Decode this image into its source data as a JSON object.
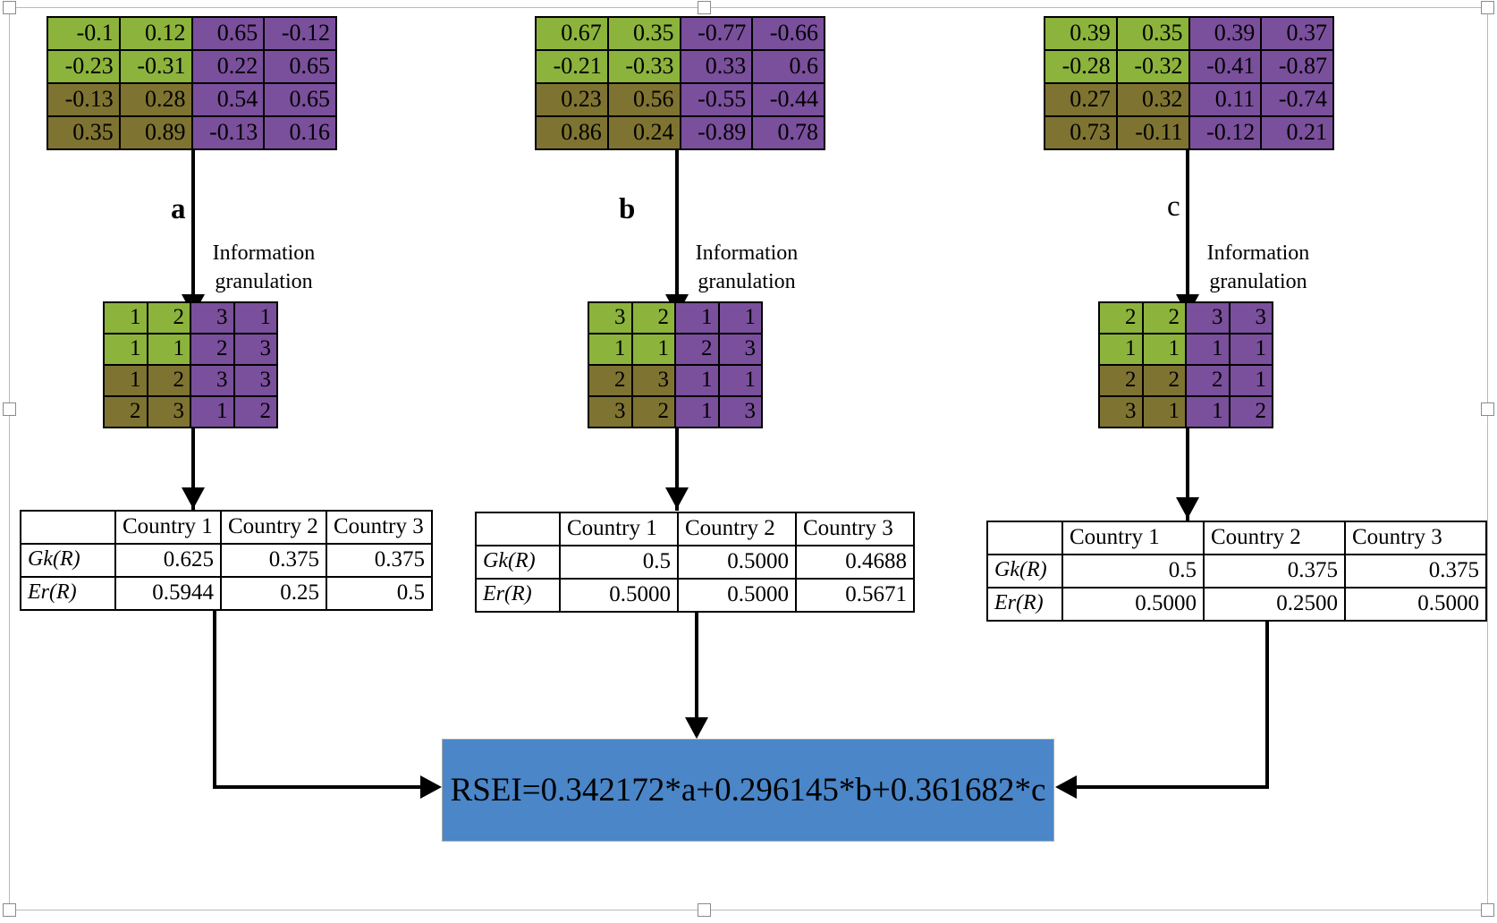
{
  "diagram": {
    "title": "RSEI information granulation workflow",
    "colors": {
      "green": "#8CB33C",
      "olive": "#7E7331",
      "purple": "#7A4F9C",
      "rsei_box": "#4A86C8",
      "arrow": "#000000"
    },
    "information_granulation_label": "Information\ngranulation",
    "ig_line1": "Information",
    "ig_line2": "granulation"
  },
  "branches": [
    {
      "id": "a",
      "label": "a",
      "ig_line1": "Information",
      "ig_line2": "granulation",
      "source_matrix": {
        "rows": [
          [
            "-0.1",
            "0.12",
            "0.65",
            "-0.12"
          ],
          [
            "-0.23",
            "-0.31",
            "0.22",
            "0.65"
          ],
          [
            "-0.13",
            "0.28",
            "0.54",
            "0.65"
          ],
          [
            "0.35",
            "0.89",
            "-0.13",
            "0.16"
          ]
        ],
        "cell_colors": [
          [
            "green",
            "green",
            "purple",
            "purple"
          ],
          [
            "green",
            "green",
            "purple",
            "purple"
          ],
          [
            "olive",
            "olive",
            "purple",
            "purple"
          ],
          [
            "olive",
            "olive",
            "purple",
            "purple"
          ]
        ]
      },
      "granular_matrix": {
        "rows": [
          [
            "1",
            "2",
            "3",
            "1"
          ],
          [
            "1",
            "1",
            "2",
            "3"
          ],
          [
            "1",
            "2",
            "3",
            "3"
          ],
          [
            "2",
            "3",
            "1",
            "2"
          ]
        ],
        "cell_colors": [
          [
            "green",
            "green",
            "purple",
            "purple"
          ],
          [
            "green",
            "green",
            "purple",
            "purple"
          ],
          [
            "olive",
            "olive",
            "purple",
            "purple"
          ],
          [
            "olive",
            "olive",
            "purple",
            "purple"
          ]
        ]
      },
      "result_table": {
        "corner": "",
        "headers": [
          "Country 1",
          "Country 2",
          "Country 3"
        ],
        "rows": [
          {
            "label": "Gk(R)",
            "values": [
              "0.625",
              "0.375",
              "0.375"
            ]
          },
          {
            "label": "Er(R)",
            "values": [
              "0.5944",
              "0.25",
              "0.5"
            ]
          }
        ]
      }
    },
    {
      "id": "b",
      "label": "b",
      "ig_line1": "Information",
      "ig_line2": "granulation",
      "source_matrix": {
        "rows": [
          [
            "0.67",
            "0.35",
            "-0.77",
            "-0.66"
          ],
          [
            "-0.21",
            "-0.33",
            "0.33",
            "0.6"
          ],
          [
            "0.23",
            "0.56",
            "-0.55",
            "-0.44"
          ],
          [
            "0.86",
            "0.24",
            "-0.89",
            "0.78"
          ]
        ],
        "cell_colors": [
          [
            "green",
            "green",
            "purple",
            "purple"
          ],
          [
            "green",
            "green",
            "purple",
            "purple"
          ],
          [
            "olive",
            "olive",
            "purple",
            "purple"
          ],
          [
            "olive",
            "olive",
            "purple",
            "purple"
          ]
        ]
      },
      "granular_matrix": {
        "rows": [
          [
            "3",
            "2",
            "1",
            "1"
          ],
          [
            "1",
            "1",
            "2",
            "3"
          ],
          [
            "2",
            "3",
            "1",
            "1"
          ],
          [
            "3",
            "2",
            "1",
            "3"
          ]
        ],
        "cell_colors": [
          [
            "green",
            "green",
            "purple",
            "purple"
          ],
          [
            "green",
            "green",
            "purple",
            "purple"
          ],
          [
            "olive",
            "olive",
            "purple",
            "purple"
          ],
          [
            "olive",
            "olive",
            "purple",
            "purple"
          ]
        ]
      },
      "result_table": {
        "corner": "",
        "headers": [
          "Country 1",
          "Country 2",
          "Country 3"
        ],
        "rows": [
          {
            "label": "Gk(R)",
            "values": [
              "0.5",
              "0.5000",
              "0.4688"
            ]
          },
          {
            "label": "Er(R)",
            "values": [
              "0.5000",
              "0.5000",
              "0.5671"
            ]
          }
        ]
      }
    },
    {
      "id": "c",
      "label": "c",
      "ig_line1": "Information",
      "ig_line2": "granulation",
      "source_matrix": {
        "rows": [
          [
            "0.39",
            "0.35",
            "0.39",
            "0.37"
          ],
          [
            "-0.28",
            "-0.32",
            "-0.41",
            "-0.87"
          ],
          [
            "0.27",
            "0.32",
            "0.11",
            "-0.74"
          ],
          [
            "0.73",
            "-0.11",
            "-0.12",
            "0.21"
          ]
        ],
        "cell_colors": [
          [
            "green",
            "green",
            "purple",
            "purple"
          ],
          [
            "green",
            "green",
            "purple",
            "purple"
          ],
          [
            "olive",
            "olive",
            "purple",
            "purple"
          ],
          [
            "olive",
            "olive",
            "purple",
            "purple"
          ]
        ]
      },
      "granular_matrix": {
        "rows": [
          [
            "2",
            "2",
            "3",
            "3"
          ],
          [
            "1",
            "1",
            "1",
            "1"
          ],
          [
            "2",
            "2",
            "2",
            "1"
          ],
          [
            "3",
            "1",
            "1",
            "2"
          ]
        ],
        "cell_colors": [
          [
            "green",
            "green",
            "purple",
            "purple"
          ],
          [
            "green",
            "green",
            "purple",
            "purple"
          ],
          [
            "olive",
            "olive",
            "purple",
            "purple"
          ],
          [
            "olive",
            "olive",
            "purple",
            "purple"
          ]
        ]
      },
      "result_table": {
        "corner": "",
        "headers": [
          "Country 1",
          "Country 2",
          "Country 3"
        ],
        "rows": [
          {
            "label": "Gk(R)",
            "values": [
              "0.5",
              "0.375",
              "0.375"
            ]
          },
          {
            "label": "Er(R)",
            "values": [
              "0.5000",
              "0.2500",
              "0.5000"
            ]
          }
        ]
      }
    }
  ],
  "result": {
    "formula": "RSEI=0.342172*a+0.296145*b+0.361682*c",
    "weights": {
      "a": 0.342172,
      "b": 0.296145,
      "c": 0.361682
    }
  }
}
